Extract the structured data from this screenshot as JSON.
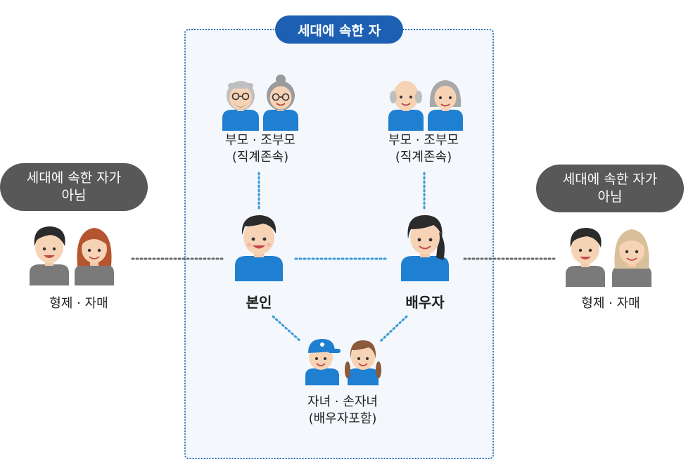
{
  "household_label": "세대에 속한 자",
  "non_household_label_left": {
    "line1": "세대에 속한 자가",
    "line2": "아님"
  },
  "non_household_label_right": {
    "line1": "세대에 속한 자가",
    "line2": "아님"
  },
  "parents_left": {
    "line1": "부모 · 조부모",
    "line2": "(직계존속)"
  },
  "parents_right": {
    "line1": "부모 · 조부모",
    "line2": "(직계존속)"
  },
  "self_label": "본인",
  "spouse_label": "배우자",
  "children": {
    "line1": "자녀 · 손자녀",
    "line2": "(배우자포함)"
  },
  "siblings_left_label": "형제 · 자매",
  "siblings_right_label": "형제 · 자매",
  "colors": {
    "household_accent": "#1c5fb3",
    "household_shirt": "#1f7fd1",
    "non_household_shirt": "#7a7a7a",
    "connector": "#3a9bd8",
    "gray_connector": "#6a6a6a"
  }
}
